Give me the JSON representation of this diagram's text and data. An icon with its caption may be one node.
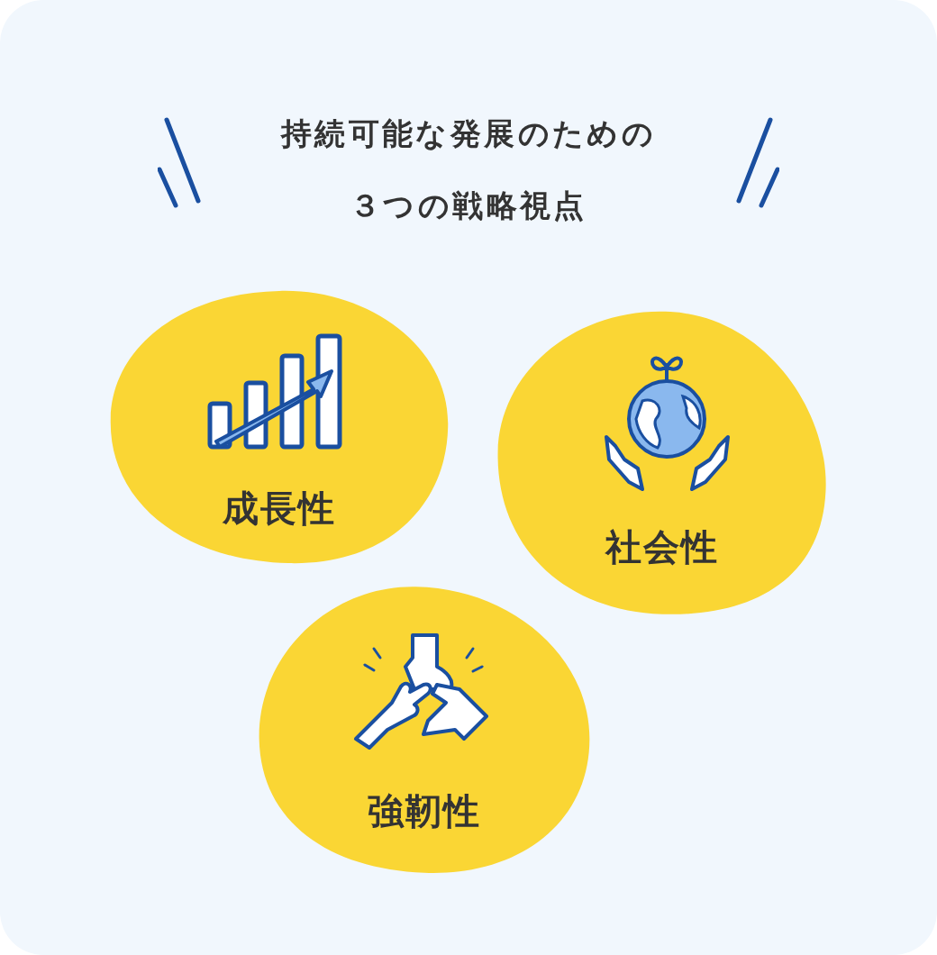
{
  "diagram": {
    "title": "持続可能な発展のための３つの戦略視点",
    "nodes": [
      {
        "text": [
          "成長性"
        ]
      },
      {
        "text": [
          "社会性"
        ]
      },
      {
        "text": [
          "強靭性"
        ]
      }
    ]
  }
}
